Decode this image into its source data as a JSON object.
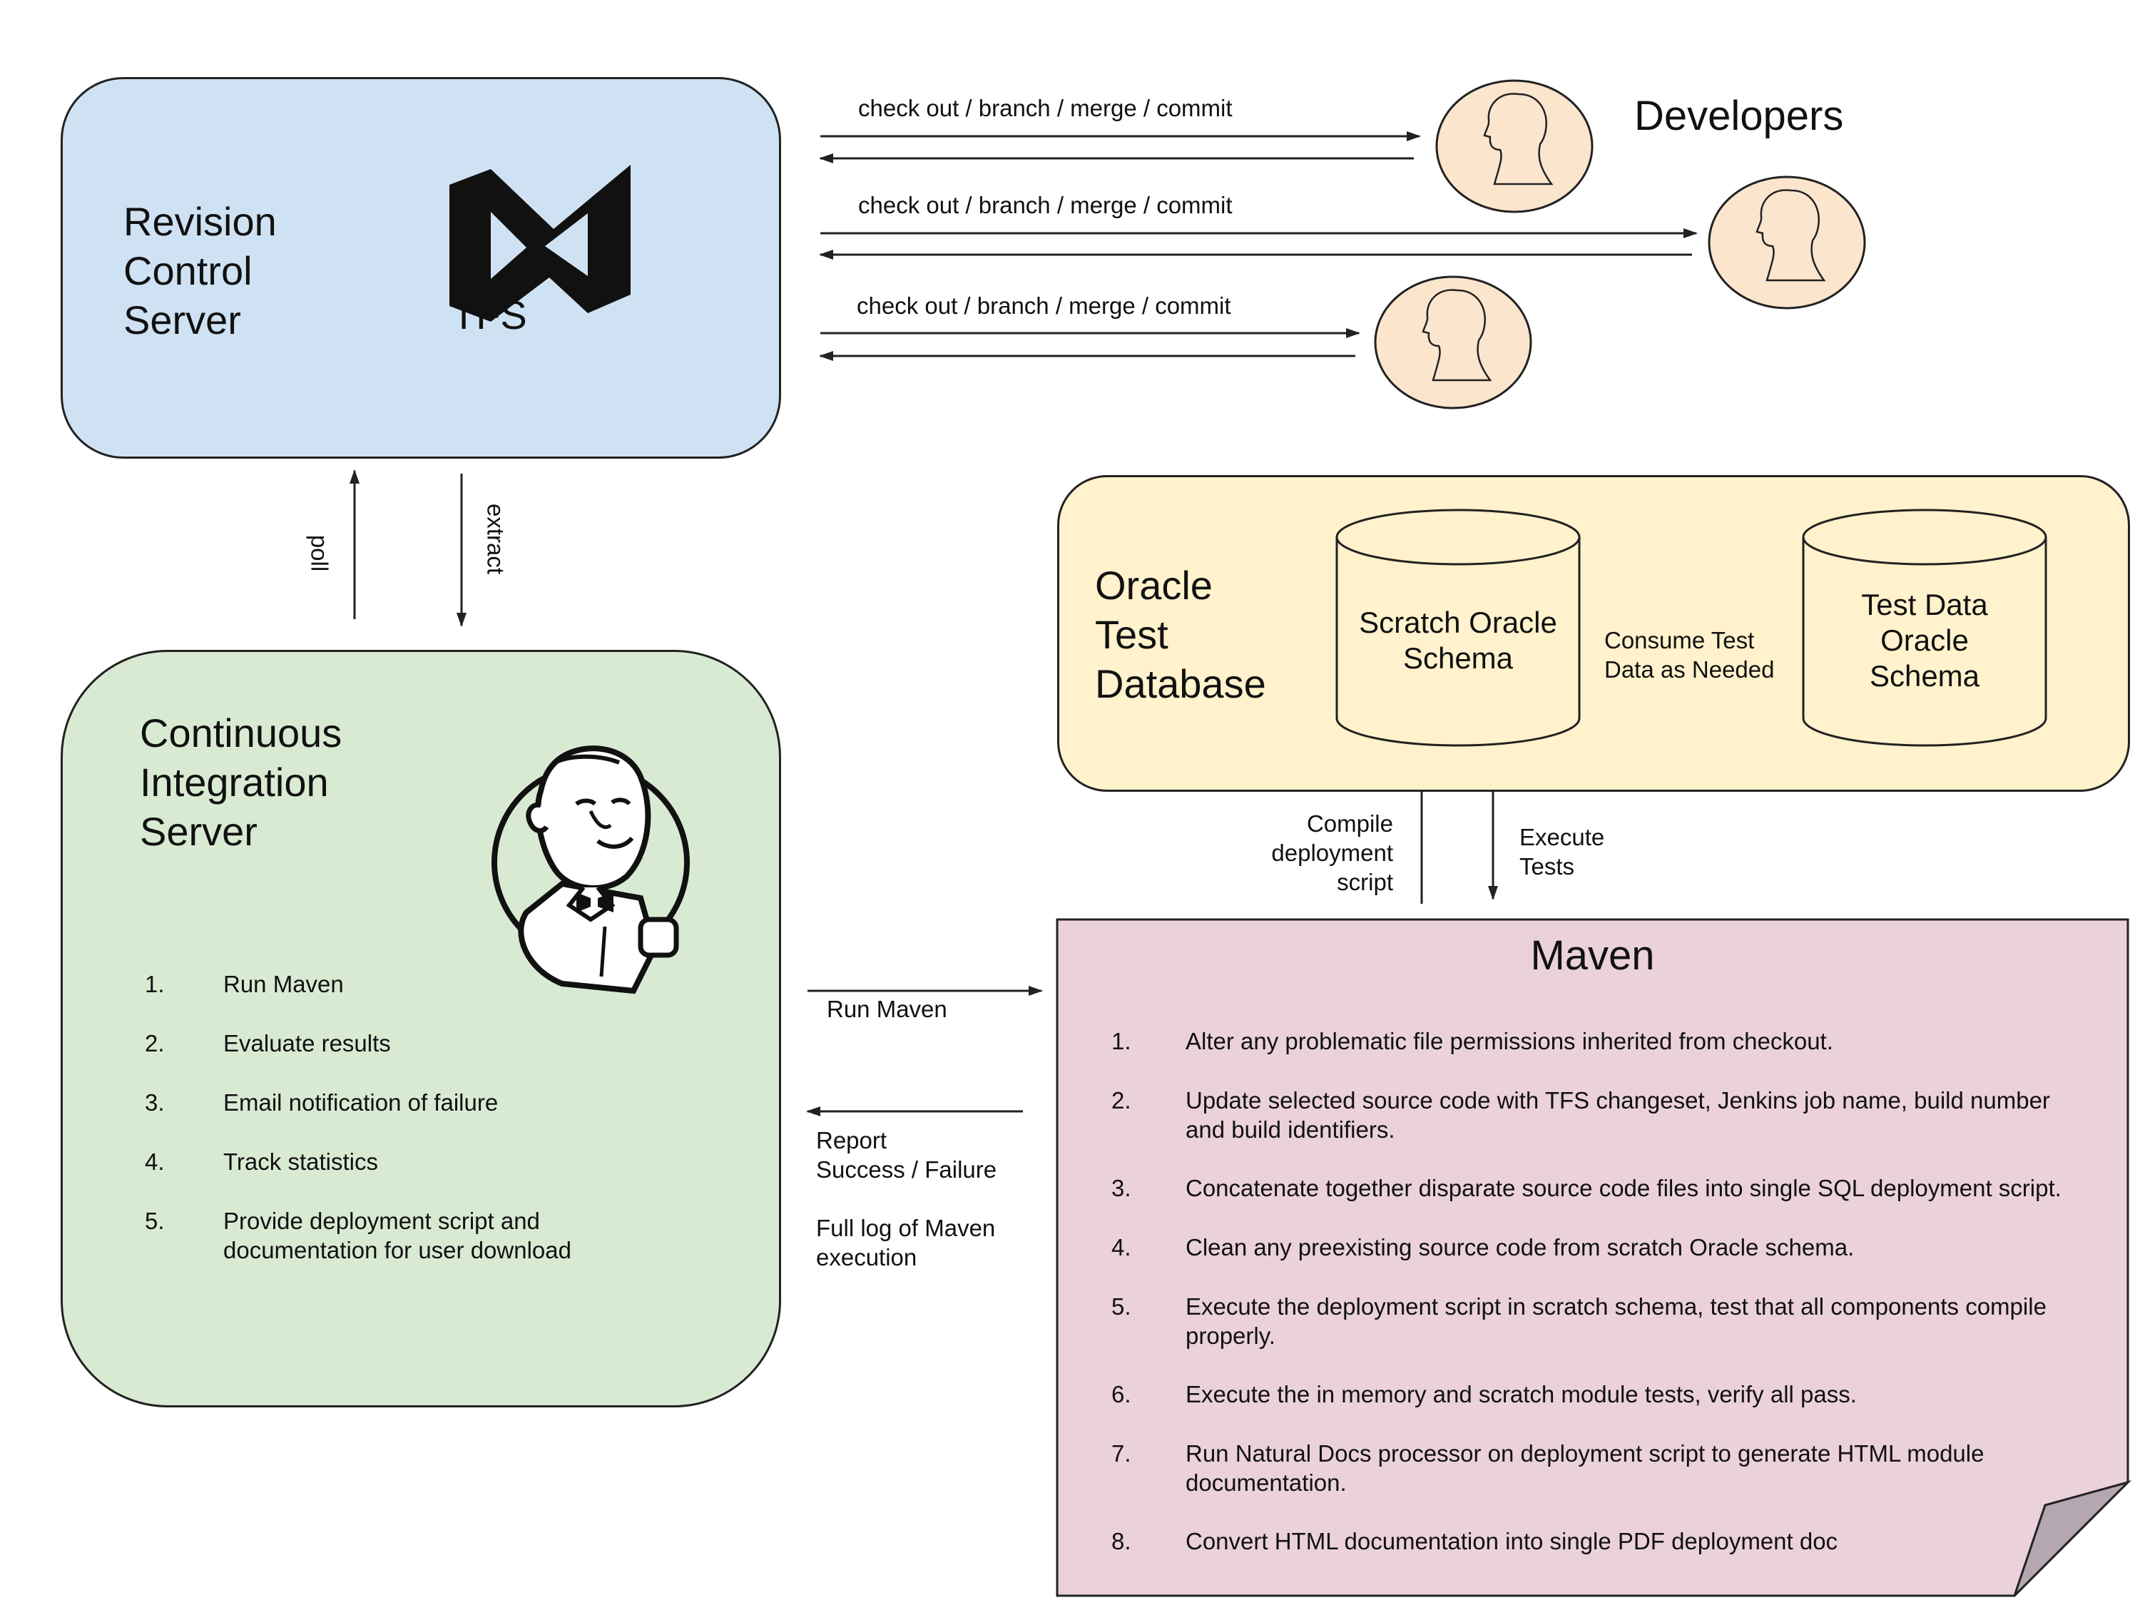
{
  "revision_server": {
    "title_lines": [
      "Revision",
      "Control",
      "Server"
    ],
    "product": "TFS"
  },
  "developers": {
    "title": "Developers"
  },
  "dev_links": [
    {
      "label": "check out / branch / merge / commit"
    },
    {
      "label": "check out / branch / merge / commit"
    },
    {
      "label": "check out / branch / merge / commit"
    }
  ],
  "ci_links": {
    "poll": "poll",
    "extract": "extract"
  },
  "ci_server": {
    "title_lines": [
      "Continuous",
      "Integration",
      "Server"
    ],
    "steps": [
      {
        "num": "1.",
        "lines": [
          "Run Maven"
        ]
      },
      {
        "num": "2.",
        "lines": [
          "Evaluate results"
        ]
      },
      {
        "num": "3.",
        "lines": [
          "Email notification of failure"
        ]
      },
      {
        "num": "4.",
        "lines": [
          "Track statistics"
        ]
      },
      {
        "num": "5.",
        "lines": [
          "Provide deployment script and",
          "documentation for user download"
        ]
      }
    ]
  },
  "oracle_db": {
    "title_lines": [
      "Oracle",
      "Test",
      "Database"
    ],
    "scratch_lines": [
      "Scratch Oracle",
      "Schema"
    ],
    "testdata_lines": [
      "Test Data",
      "Oracle",
      "Schema"
    ],
    "consume_lines": [
      "Consume Test",
      "Data as Needed"
    ]
  },
  "db_links": {
    "compile_lines": [
      "Compile",
      "deployment",
      "script"
    ],
    "execute_lines": [
      "Execute",
      "Tests"
    ]
  },
  "ci_maven_links": {
    "run_maven": "Run Maven",
    "report_lines": [
      "Report",
      "Success / Failure"
    ],
    "log_lines": [
      "Full log of Maven",
      "execution"
    ]
  },
  "maven": {
    "title": "Maven",
    "steps": [
      {
        "num": "1.",
        "lines": [
          "Alter any problematic file permissions inherited from checkout."
        ]
      },
      {
        "num": "2.",
        "lines": [
          "Update selected source code with TFS changeset, Jenkins job name, build number",
          "and build identifiers."
        ]
      },
      {
        "num": "3.",
        "lines": [
          "Concatenate together disparate source code files into single SQL deployment script."
        ]
      },
      {
        "num": "4.",
        "lines": [
          "Clean any preexisting source code from scratch Oracle schema."
        ]
      },
      {
        "num": "5.",
        "lines": [
          "Execute the deployment script in scratch schema, test that all components compile",
          "properly."
        ]
      },
      {
        "num": "6.",
        "lines": [
          "Execute the in memory and scratch module tests, verify all pass."
        ]
      },
      {
        "num": "7.",
        "lines": [
          "Run Natural Docs processor on deployment script to generate HTML module",
          "documentation."
        ]
      },
      {
        "num": "8.",
        "lines": [
          "Convert HTML documentation into single PDF deployment doc"
        ]
      }
    ]
  },
  "colors": {
    "revision_fill": "#cfe2f3",
    "ci_fill": "#d9ead3",
    "oracle_fill": "#fff2cc",
    "maven_fill": "#ead1dc",
    "developer_fill": "#fce5cd",
    "fold_fill": "#b4a7b0",
    "stroke": "#222222"
  }
}
